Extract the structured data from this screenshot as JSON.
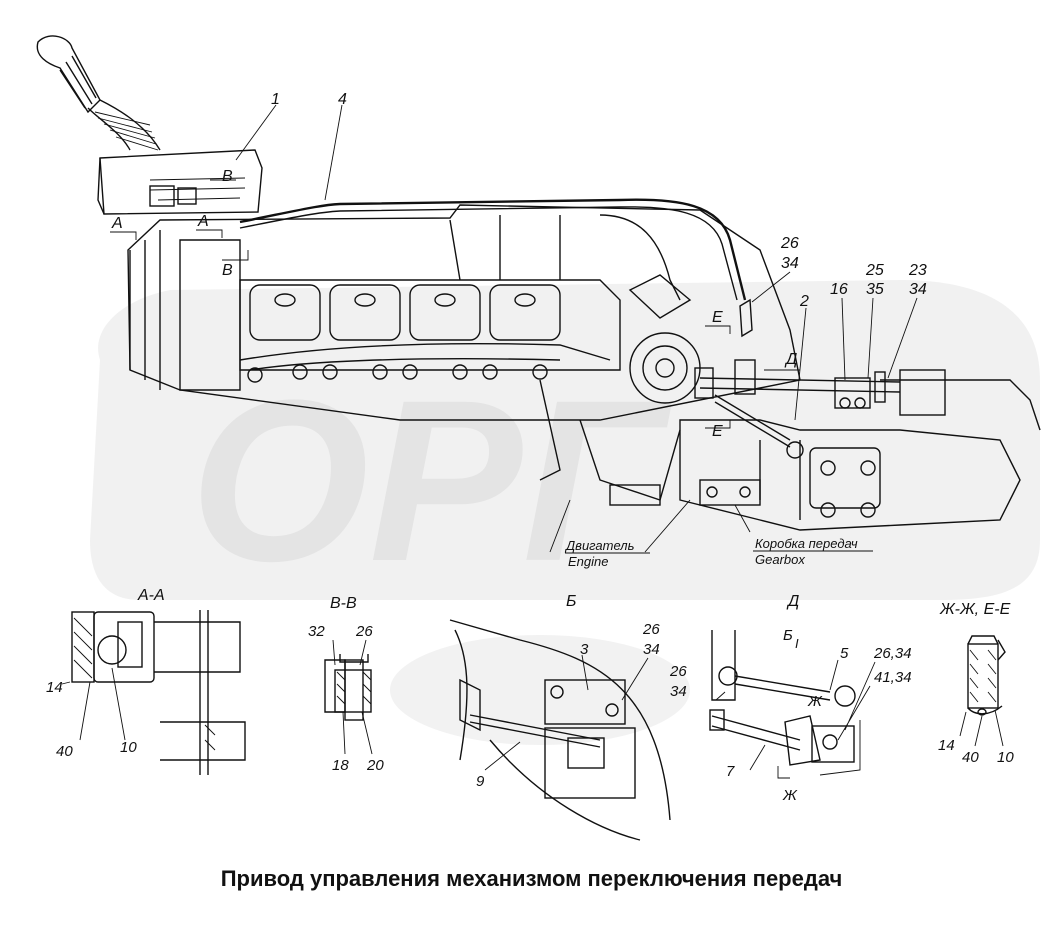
{
  "caption": "Привод управления механизмом переключения передач",
  "watermark": "ОРГ",
  "callouts": {
    "c1": "1",
    "c4": "4",
    "c2": "2",
    "c16": "16",
    "c26_34_top": "26",
    "c26_34_top_b": "34",
    "c25_35_a": "25",
    "c25_35_b": "35",
    "c23_34_a": "23",
    "c23_34_b": "34",
    "sec_B_up": "B",
    "sec_B_low": "B",
    "sec_A_left": "A",
    "sec_A_mid": "A",
    "sec_E_top": "E",
    "sec_E_bot": "E",
    "sec_D_arrow": "Д"
  },
  "units": {
    "engine_ru": "Двигатель",
    "engine_en": "Engine",
    "gearbox_ru": "Коробка передач",
    "gearbox_en": "Gearbox"
  },
  "views": {
    "aa": {
      "title": "А-А",
      "n14": "14",
      "n40": "40",
      "n10": "10"
    },
    "vv": {
      "title": "В-В",
      "n32": "32",
      "n26": "26",
      "n18": "18",
      "n20": "20"
    },
    "b": {
      "title": "Б",
      "n3": "3",
      "n26": "26",
      "n34": "34",
      "n9": "9"
    },
    "d": {
      "title": "Д",
      "n26": "26",
      "n34": "34",
      "n5": "5",
      "n2634": "26,34",
      "n4134": "41,34",
      "n7": "7",
      "b1": "Б",
      "b1sub": "I",
      "zh1": "Ж",
      "zh2": "Ж"
    },
    "zh": {
      "title": "Ж-Ж, Е-Е",
      "n14": "14",
      "n40": "40",
      "n10": "10"
    }
  }
}
